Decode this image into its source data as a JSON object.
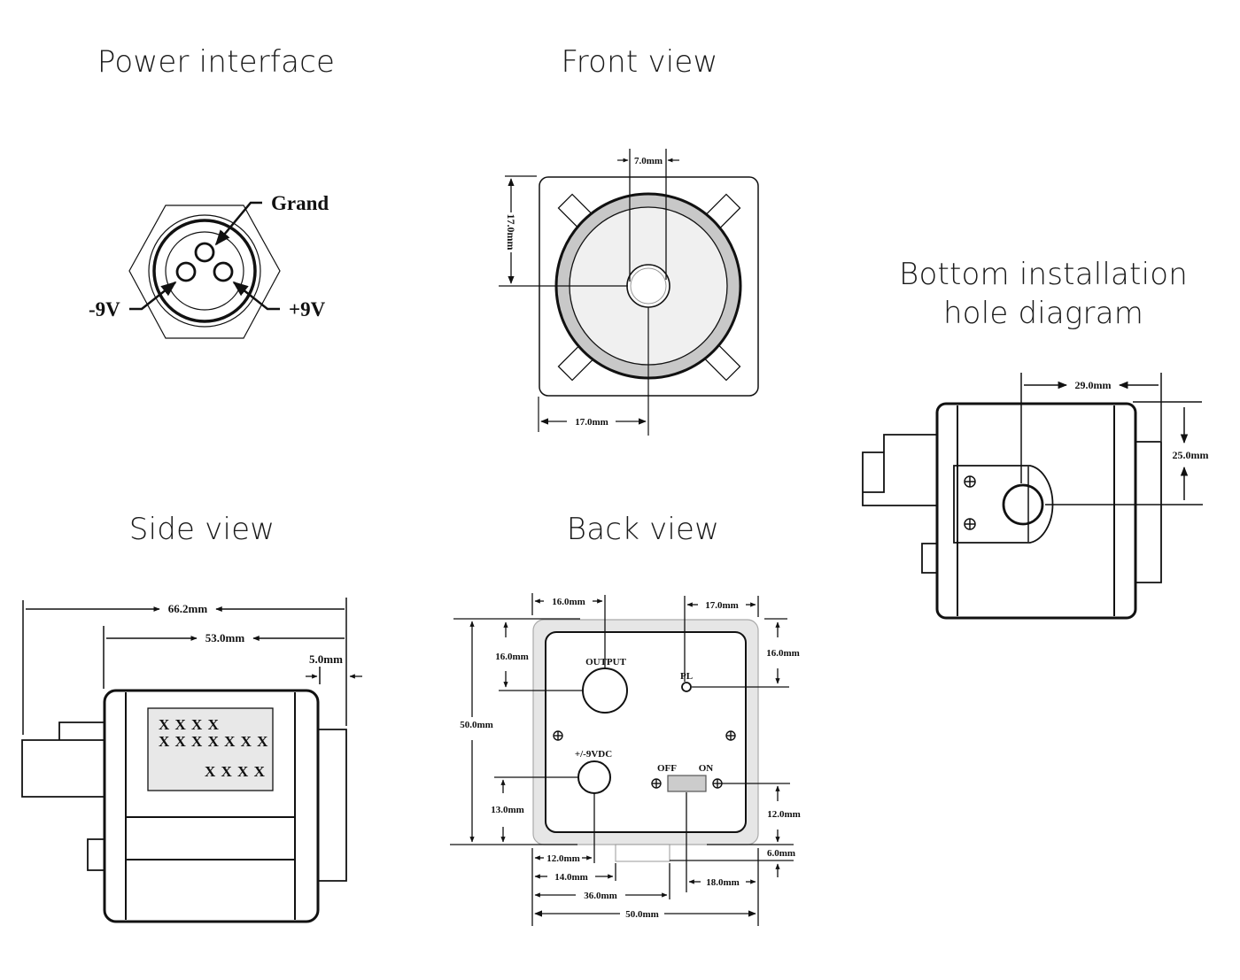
{
  "titles": {
    "power_interface": "Power interface",
    "front_view": "Front view",
    "bottom_line1": "Bottom installation",
    "bottom_line2": "hole diagram",
    "side_view": "Side view",
    "back_view": "Back view"
  },
  "power_interface": {
    "pins": {
      "ground": "Grand",
      "negative": "-9V",
      "positive": "+9V"
    }
  },
  "front_view": {
    "dims": {
      "lens_bore": "7.0mm",
      "vertical": "17.0mm",
      "horizontal": "17.0mm"
    }
  },
  "bottom_view": {
    "dims": {
      "horizontal": "29.0mm",
      "vertical": "25.0mm"
    }
  },
  "side_view": {
    "dims": {
      "overall": "66.2mm",
      "body": "53.0mm",
      "rear": "5.0mm"
    },
    "label_plate": {
      "line1": "X X X X",
      "line2": "X X X X X X X",
      "line3": "X X X X"
    }
  },
  "back_view": {
    "labels": {
      "output": "OUTPUT",
      "pl": "PL",
      "power": "+/-9VDC",
      "off": "OFF",
      "on": "ON"
    },
    "dims": {
      "output_x": "16.0mm",
      "pl_x": "17.0mm",
      "output_y": "16.0mm",
      "pl_y": "16.0mm",
      "height": "50.0mm",
      "power_y": "13.0mm",
      "switch_y": "12.0mm",
      "foot": "6.0mm",
      "power_x": "12.0mm",
      "foot_left": "14.0mm",
      "foot_right": "36.0mm",
      "switch_x": "18.0mm",
      "width": "50.0mm"
    }
  },
  "colors": {
    "line": "#111111",
    "ring": "#c8c8c8",
    "face": "#f0f0f0",
    "plate": "#e8e8e8",
    "switch": "#cccccc",
    "panel": "#e4e4e4"
  }
}
